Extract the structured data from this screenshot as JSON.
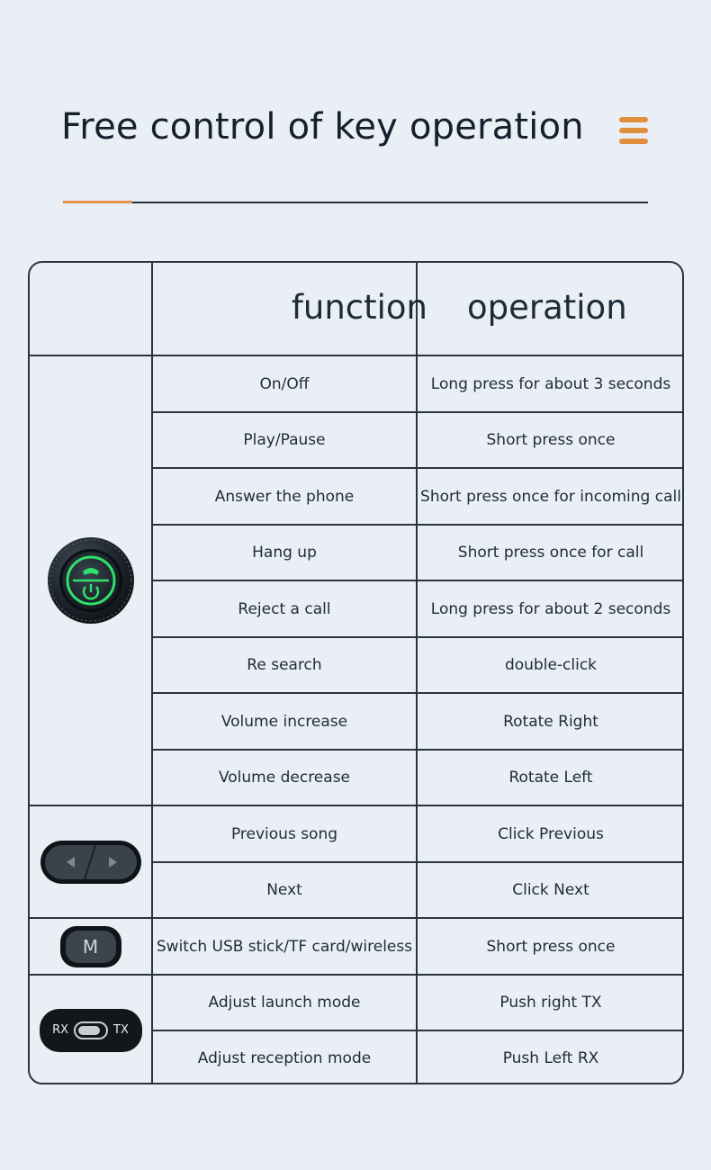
{
  "header": {
    "title": "Free control of key operation",
    "menu_icon": "menu-icon",
    "accent_color": "#e08e3c"
  },
  "table": {
    "col_function": "function",
    "col_operation": "operation",
    "groups": [
      {
        "icon": "round-knob-power-phone-icon",
        "rows": [
          {
            "function": "On/Off",
            "operation": "Long press for about 3 seconds"
          },
          {
            "function": "Play/Pause",
            "operation": "Short press once"
          },
          {
            "function": "Answer the phone",
            "operation": "Short press once for incoming call"
          },
          {
            "function": "Hang up",
            "operation": "Short press once for call"
          },
          {
            "function": "Reject a call",
            "operation": "Long press for about 2 seconds"
          },
          {
            "function": "Re search",
            "operation": "double-click"
          },
          {
            "function": "Volume increase",
            "operation": "Rotate Right"
          },
          {
            "function": "Volume decrease",
            "operation": "Rotate Left"
          }
        ]
      },
      {
        "icon": "prev-next-rocker-icon",
        "rows": [
          {
            "function": "Previous song",
            "operation": "Click Previous"
          },
          {
            "function": "Next",
            "operation": "Click Next"
          }
        ]
      },
      {
        "icon": "m-button-icon",
        "icon_label": "M",
        "rows": [
          {
            "function": "Switch USB stick/TF card/wireless",
            "operation": "Short press once"
          }
        ]
      },
      {
        "icon": "rx-tx-switch-icon",
        "icon_left": "RX",
        "icon_right": "TX",
        "rows": [
          {
            "function": "Adjust launch mode",
            "operation": "Push right TX"
          },
          {
            "function": "Adjust reception mode",
            "operation": "Push Left RX"
          }
        ]
      }
    ]
  }
}
